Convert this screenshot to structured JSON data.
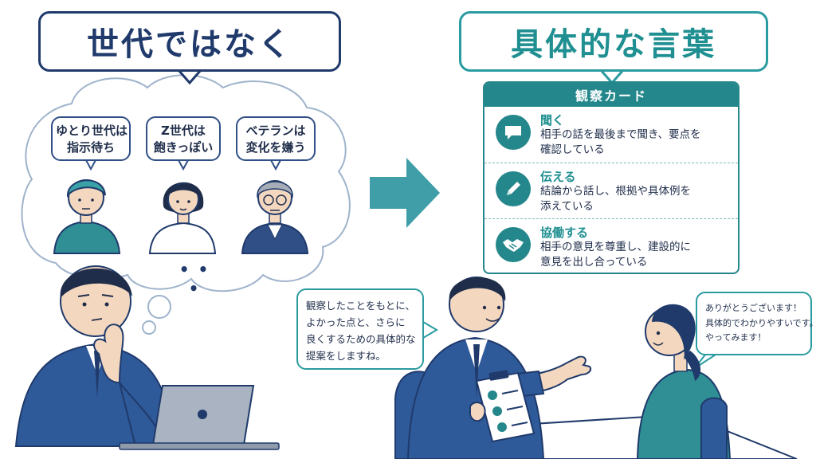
{
  "left_title": "世代ではなく",
  "right_title": "具体的な言葉",
  "stereotypes": [
    {
      "lines": [
        "ゆとり世代は",
        "指示待ち"
      ]
    },
    {
      "lines": [
        "Z世代は",
        "飽きっぽい"
      ]
    },
    {
      "lines": [
        "ベテランは",
        "変化を嫌う"
      ]
    }
  ],
  "ellipsis": "• • •",
  "card": {
    "title": "観察カード",
    "items": [
      {
        "icon": "speech-bubble-icon",
        "title": "聞く",
        "lines": [
          "相手の話を最後まで聞き、要点を",
          "確認している"
        ]
      },
      {
        "icon": "pencil-icon",
        "title": "伝える",
        "lines": [
          "結論から話し、根拠や具体例を",
          "添えている"
        ]
      },
      {
        "icon": "handshake-icon",
        "title": "協働する",
        "lines": [
          "相手の意見を尊重し、建設的に",
          "意見を出し合っている"
        ]
      }
    ]
  },
  "manager_speech": {
    "lines": [
      "観察したことをもとに、",
      "よかった点と、さらに",
      "良くするための具体的な",
      "提案をしますね。"
    ]
  },
  "employee_speech": {
    "lines": [
      "ありがとうございます！",
      "具体的でわかりやすいです。",
      "やってみます！"
    ]
  },
  "colors": {
    "navy": "#1f3a6b",
    "teal": "#24878b",
    "arrow": "#3f9ea8"
  }
}
